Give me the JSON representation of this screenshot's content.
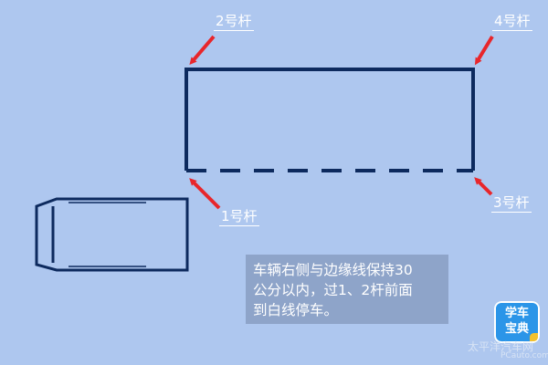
{
  "poles": {
    "pole_2": "2号杆",
    "pole_4": "4号杆",
    "pole_1": "1号杆",
    "pole_3": "3号杆"
  },
  "note": "车辆右侧与边缘线保持30\n公分以内，过1、2杆前面\n到白线停车。",
  "logo": {
    "line1": "学车",
    "line2": "宝典"
  },
  "watermark": {
    "text": "太平洋汽车网",
    "url": "PCauto.com.cn"
  },
  "colors": {
    "background": "#aec7ef",
    "line": "#0d2a5e",
    "arrow": "#e8262b",
    "note_box": "#8ea4c9",
    "logo_bg": "#2b95e8"
  }
}
